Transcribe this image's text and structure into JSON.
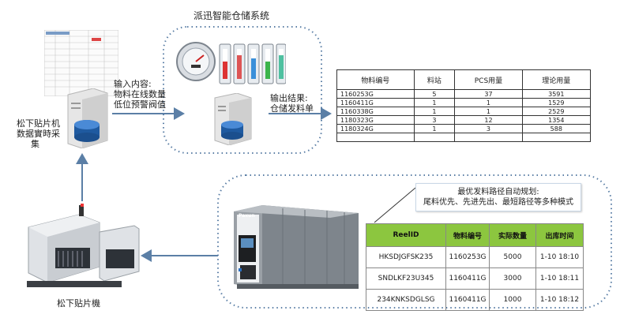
{
  "system_title": "派迅智能仓储系统",
  "top_left_label": [
    "松下贴片机",
    "数据實時采",
    "集"
  ],
  "machine_label": "松下贴片機",
  "input_label": [
    "输入内容:",
    "物料在线数量",
    "低位预警阀值"
  ],
  "output_label": [
    "输出结果:",
    "仓储发料单"
  ],
  "callout": [
    "最优发料路径自动规划:",
    "尾料优先、先进先出、最短路径等多种模式"
  ],
  "storage_logo": "Paxun",
  "table1": {
    "headers": [
      "物料编号",
      "料站",
      "PCS用量",
      "理论用量"
    ],
    "rows": [
      [
        "1160253G",
        "5",
        "37",
        "3591"
      ],
      [
        "1160411G",
        "1",
        "1",
        "1529"
      ],
      [
        "1160338G",
        "1",
        "1",
        "2529"
      ],
      [
        "1180323G",
        "3",
        "12",
        "1354"
      ],
      [
        "1180324G",
        "1",
        "3",
        "588"
      ],
      [
        "",
        "",
        "",
        ""
      ]
    ]
  },
  "table2": {
    "headers": [
      "ReelID",
      "物料编号",
      "实际数量",
      "出库时间"
    ],
    "rows": [
      [
        "HKSDJGFSK235",
        "1160253G",
        "5000",
        "1-10 18:10"
      ],
      [
        "SNDLKF23U345",
        "1160411G",
        "3000",
        "1-10 18:11"
      ],
      [
        "234KNKSDGLSG",
        "1160411G",
        "1000",
        "1-10 18:12"
      ]
    ]
  },
  "colors": {
    "arrow": "#5b7fa6",
    "dotted": "#5b7fa6",
    "header_green": "#8cc63f"
  }
}
